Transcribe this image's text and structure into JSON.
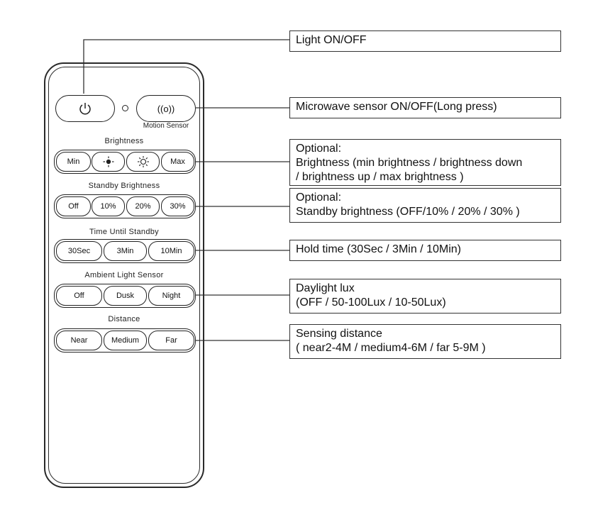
{
  "remote": {
    "power_label": "⏻",
    "motion_icon": "((o))",
    "motion_label": "Motion Sensor",
    "brightness": {
      "title": "Brightness",
      "buttons": [
        "Min",
        "Max"
      ],
      "icons": [
        "brightness-down-icon",
        "brightness-up-icon"
      ]
    },
    "standby": {
      "title": "Standby Brightness",
      "buttons": [
        "Off",
        "10%",
        "20%",
        "30%"
      ]
    },
    "time": {
      "title": "Time Until Standby",
      "buttons": [
        "30Sec",
        "3Min",
        "10Min"
      ]
    },
    "ambient": {
      "title": "Ambient Light Sensor",
      "buttons": [
        "Off",
        "Dusk",
        "Night"
      ]
    },
    "distance": {
      "title": "Distance",
      "buttons": [
        "Near",
        "Medium",
        "Far"
      ]
    }
  },
  "callouts": {
    "light": [
      "Light ON/OFF"
    ],
    "microwave": [
      "Microwave sensor ON/OFF(Long press)"
    ],
    "brightness": [
      "Optional:",
      "Brightness (min brightness / brightness down",
      "/ brightness up / max brightness )"
    ],
    "standby": [
      "Optional:",
      "Standby brightness (OFF/10% / 20% / 30% )"
    ],
    "hold": [
      "Hold time (30Sec / 3Min / 10Min)"
    ],
    "daylight": [
      "Daylight lux",
      "(OFF / 50-100Lux / 10-50Lux)"
    ],
    "distance": [
      "Sensing distance",
      "( near2-4M / medium4-6M / far 5-9M )"
    ]
  }
}
